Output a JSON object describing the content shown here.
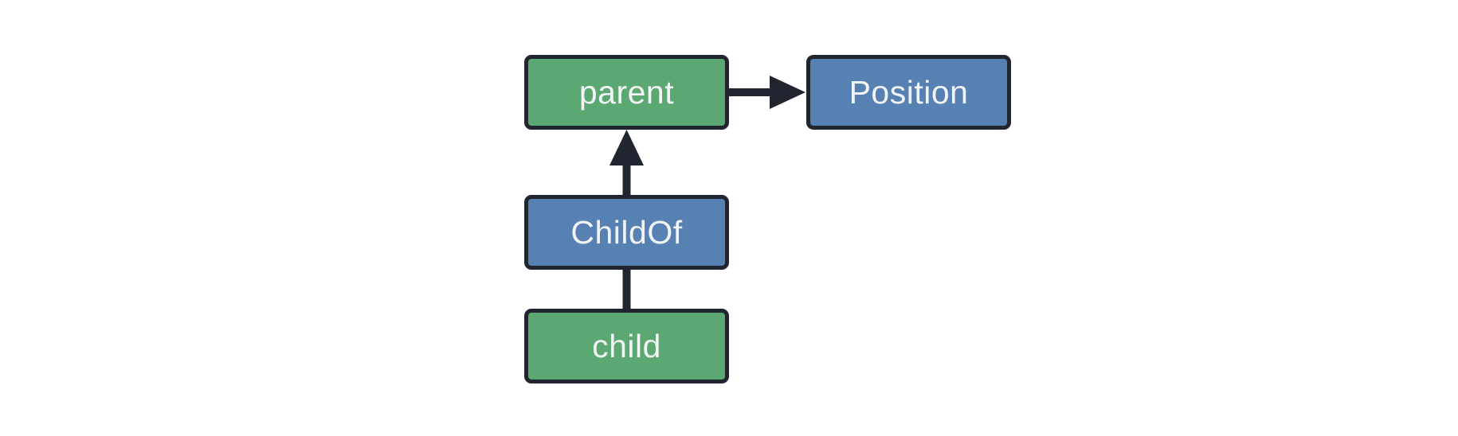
{
  "diagram": {
    "type": "entity-relationship-graph",
    "background": "#FFFFFF",
    "colors": {
      "entity_fill": "#5BA873",
      "component_fill": "#5681B2",
      "border": "#20252F",
      "text": "#F2F3F5"
    },
    "nodes": [
      {
        "id": "parent",
        "label": "parent",
        "kind": "entity",
        "fill": "#5BA873"
      },
      {
        "id": "Position",
        "label": "Position",
        "kind": "component",
        "fill": "#5681B2"
      },
      {
        "id": "ChildOf",
        "label": "ChildOf",
        "kind": "component",
        "fill": "#5681B2"
      },
      {
        "id": "child",
        "label": "child",
        "kind": "entity",
        "fill": "#5BA873"
      }
    ],
    "edges": [
      {
        "from": "parent",
        "to": "Position",
        "direction": "right",
        "arrowhead": true
      },
      {
        "from": "ChildOf",
        "to": "parent",
        "direction": "up",
        "arrowhead": true
      },
      {
        "from": "child",
        "to": "ChildOf",
        "direction": "up",
        "arrowhead": false
      }
    ]
  }
}
